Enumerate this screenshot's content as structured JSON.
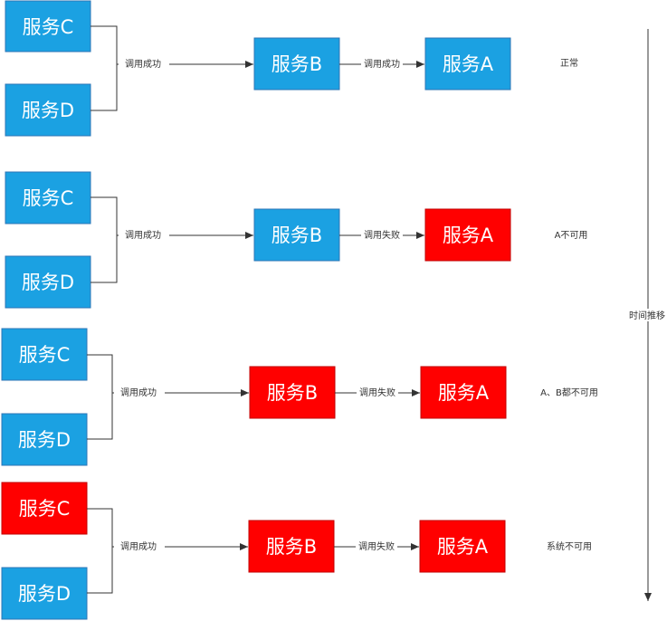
{
  "colors": {
    "ok_fill": "#1ba1e2",
    "ok_stroke": "#2e75b6",
    "fail_fill": "#ff0000",
    "fail_stroke": "#c00000",
    "line": "#333333"
  },
  "rows": [
    {
      "service_c": {
        "label": "服务C",
        "status": "ok"
      },
      "service_d": {
        "label": "服务D",
        "status": "ok"
      },
      "edge_db_label": "调用成功",
      "service_b": {
        "label": "服务B",
        "status": "ok"
      },
      "edge_ba_label": "调用成功",
      "service_a": {
        "label": "服务A",
        "status": "ok"
      },
      "state": "正常"
    },
    {
      "service_c": {
        "label": "服务C",
        "status": "ok"
      },
      "service_d": {
        "label": "服务D",
        "status": "ok"
      },
      "edge_db_label": "调用成功",
      "service_b": {
        "label": "服务B",
        "status": "ok"
      },
      "edge_ba_label": "调用失败",
      "service_a": {
        "label": "服务A",
        "status": "fail"
      },
      "state": "A不可用"
    },
    {
      "service_c": {
        "label": "服务C",
        "status": "ok"
      },
      "service_d": {
        "label": "服务D",
        "status": "ok"
      },
      "edge_db_label": "调用成功",
      "service_b": {
        "label": "服务B",
        "status": "fail"
      },
      "edge_ba_label": "调用失败",
      "service_a": {
        "label": "服务A",
        "status": "fail"
      },
      "state": "A、B都不可用"
    },
    {
      "service_c": {
        "label": "服务C",
        "status": "fail"
      },
      "service_d": {
        "label": "服务D",
        "status": "ok"
      },
      "edge_db_label": "调用成功",
      "service_b": {
        "label": "服务B",
        "status": "fail"
      },
      "edge_ba_label": "调用失败",
      "service_a": {
        "label": "服务A",
        "status": "fail"
      },
      "state": "系统不可用"
    }
  ],
  "timeline_label": "时间推移"
}
